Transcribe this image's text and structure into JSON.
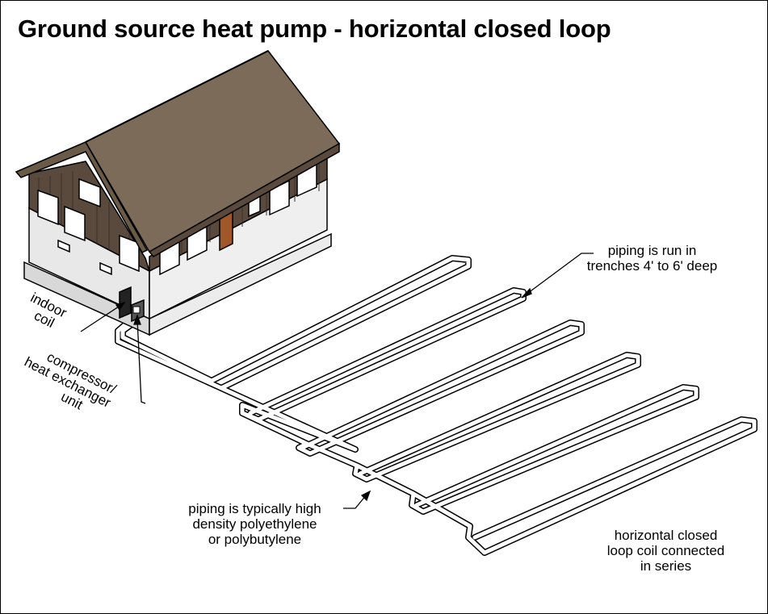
{
  "title": "Ground source heat pump - horizontal closed loop",
  "labels": {
    "piping_trench_line1": "piping is run in",
    "piping_trench_line2": "trenches 4' to 6' deep",
    "indoor_coil_line1": "indoor",
    "indoor_coil_line2": "coil",
    "compressor_line1": "compressor/",
    "compressor_line2": "heat exchanger",
    "compressor_line3": "unit",
    "material_line1": "piping is typically high",
    "material_line2": "density polyethylene",
    "material_line3": "or polybutylene",
    "series_line1": "horizontal closed",
    "series_line2": "loop coil connected",
    "series_line3": "in series"
  },
  "colors": {
    "roof": "#7b6b58",
    "siding": "#5a4a3e",
    "foundation": "#e6e6e6",
    "window": "#ffffff",
    "door": "#a0582a",
    "pipe": "#ffffff",
    "outline": "#000000"
  }
}
